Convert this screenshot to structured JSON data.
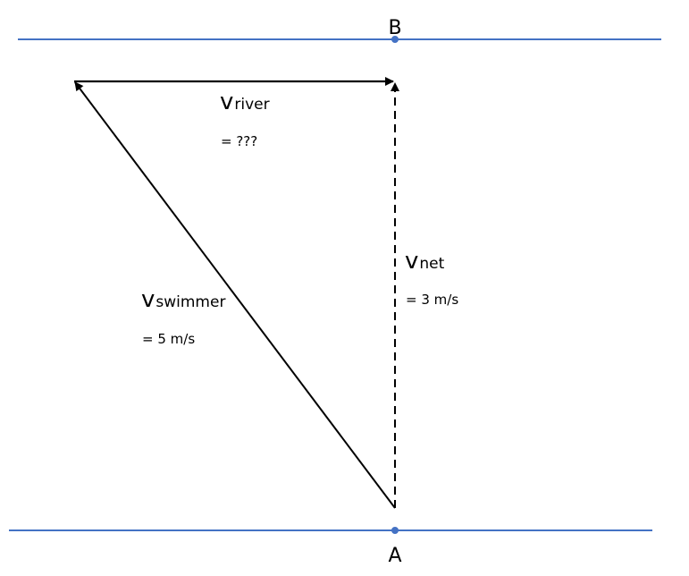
{
  "points": {
    "top": "B",
    "bottom": "A"
  },
  "vectors": {
    "river": {
      "symbol": "v",
      "subscript": "river",
      "value": "= ???"
    },
    "swimmer": {
      "symbol": "v",
      "subscript": "swimmer",
      "value": "= 5 m/s"
    },
    "net": {
      "symbol": "v",
      "subscript": "net",
      "value": "= 3 m/s"
    }
  },
  "colors": {
    "bank": "#4472c4",
    "vector": "#000000"
  }
}
